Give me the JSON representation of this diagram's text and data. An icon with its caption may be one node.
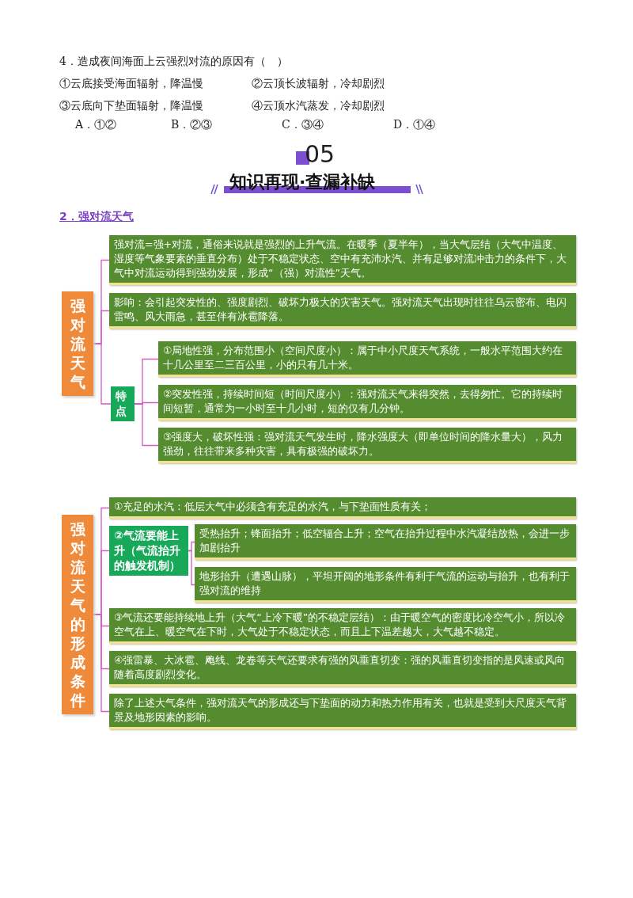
{
  "diagram": {
    "nodes": [
      {
        "text": [
          "强对流天气"
        ]
      },
      {
        "text": [
          "强对流=强+对流，通俗来说就是强烈的上升气流。在暖季（夏半年），当大气层结（大气中温度、湿度等气象要素的垂直分布）处于不稳定状态、空中有充沛水汽、并有足够对流冲击力的条件下，大气中对流运动得到强劲发展，形成“（强）对流性”天气。"
        ]
      },
      {
        "text": [
          "影响：会引起突发性的、强度剧烈、破坏力极大的灾害天气。强对流天气出现时往往乌云密布、电闪雷鸣、风大雨急，甚至伴有冰雹降落。"
        ]
      },
      {
        "text": [
          "特点"
        ]
      },
      {
        "text": [
          "①局地性强，分布范围小（空间尺度小）：属于中小尺度天气系统，一般水平范围大约在十几公里至二三百公里，小的只有几十米。"
        ]
      },
      {
        "text": [
          "②突发性强，持续时间短（时间尺度小）：强对流天气来得突然，去得匆忙。它的持续时间短暂，通常为一小时至十几小时，短的仅有几分钟。"
        ]
      },
      {
        "text": [
          "③强度大，破坏性强：强对流天气发生时，降水强度大（即单位时间的降水量大），风力强劲，往往带来多种灾害，具有极强的破坏力。"
        ]
      },
      {
        "text": [
          "强对流天气的形成条件"
        ]
      },
      {
        "text": [
          "①充足的水汽：低层大气中必须含有充足的水汽，与下垫面性质有关；"
        ]
      },
      {
        "text": [
          "②气流要能上升（气流抬升的触发机制）"
        ]
      },
      {
        "text": [
          "受热抬升；锋面抬升；低空辐合上升；空气在抬升过程中水汽凝结放热，会进一步加剧抬升"
        ]
      },
      {
        "text": [
          "地形抬升（遭遇山脉），平坦开阔的地形条件有利于气流的运动与抬升，也有利于强对流的维持"
        ]
      },
      {
        "text": [
          "③气流还要能持续地上升（大气“上冷下暖”的不稳定层结）：由于暖空气的密度比冷空气小，所以冷空气在上、暖空气在下时，大气处于不稳定状态，而且上下温差越大，大气越不稳定。"
        ]
      },
      {
        "text": [
          "④强雷暴、大冰雹、飑线、龙卷等天气还要求有强的风垂直切变：强的风垂直切变指的是风速或风向随着高度剧烈变化。"
        ]
      },
      {
        "text": [
          "除了上述大气条件，强对流天气的形成还与下垫面的动力和热力作用有关，也就是受到大尺度天气背景及地形因素的影响。"
        ]
      }
    ],
    "edges": [
      {
        "from": 0,
        "to": 1,
        "arrow": "none"
      },
      {
        "from": 0,
        "to": 2,
        "arrow": "none"
      },
      {
        "from": 0,
        "to": 3,
        "arrow": "none"
      },
      {
        "from": 3,
        "to": 4,
        "arrow": "none"
      },
      {
        "from": 3,
        "to": 5,
        "arrow": "none"
      },
      {
        "from": 3,
        "to": 6,
        "arrow": "none"
      },
      {
        "from": 7,
        "to": 8,
        "arrow": "none"
      },
      {
        "from": 7,
        "to": 9,
        "arrow": "none"
      },
      {
        "from": 9,
        "to": 10,
        "arrow": "none"
      },
      {
        "from": 9,
        "to": 11,
        "arrow": "none"
      },
      {
        "from": 7,
        "to": 12,
        "arrow": "none"
      },
      {
        "from": 7,
        "to": 13,
        "arrow": "none"
      },
      {
        "from": 7,
        "to": 14,
        "arrow": "none"
      }
    ],
    "labels": [
      "4．造成夜间海面上云强烈对流的原因有（　）",
      "①云底接受海面辐射，降温慢",
      "②云顶长波辐射，冷却剧烈",
      "③云底向下垫面辐射，降温慢",
      "④云顶水汽蒸发，冷却剧烈",
      "A．①②",
      "B．②③",
      "C．③④",
      "D．①④",
      "05",
      "知识再现·查漏补缺",
      "2．强对流天气"
    ]
  }
}
